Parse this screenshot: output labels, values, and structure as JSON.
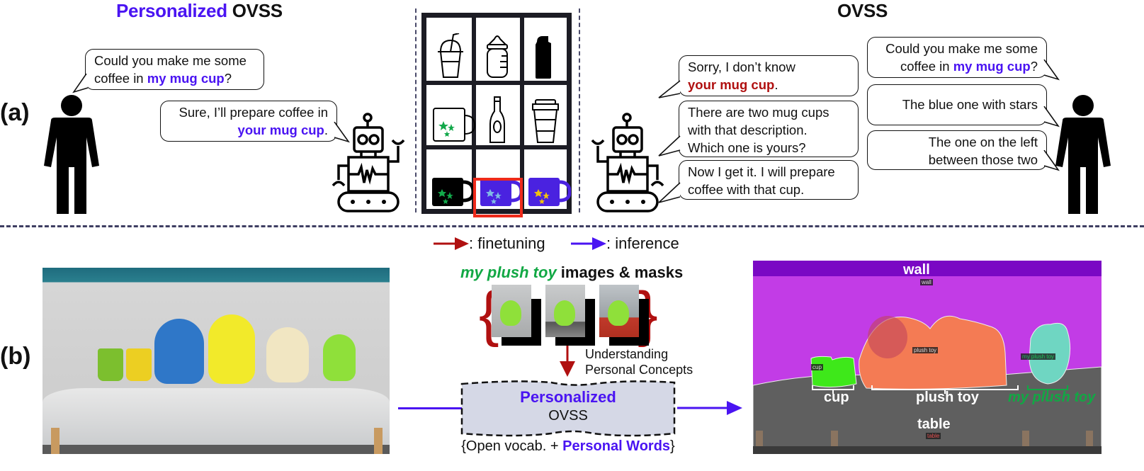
{
  "panel_a": {
    "label": "(a)",
    "left_title": {
      "accent": "Personalized",
      "rest": "OVSS"
    },
    "right_title": "OVSS",
    "left_dialog": [
      {
        "speaker": "person",
        "line1": "Could you make me some",
        "line2_pre": "coffee in ",
        "line2_highlight": "my mug cup",
        "line2_post": "?"
      },
      {
        "speaker": "robot",
        "line1": "Sure, I’ll prepare coffee in",
        "line2_pre": "",
        "line2_highlight": "your mug cup",
        "line2_post": "."
      }
    ],
    "right_robot_dialog": [
      {
        "line1": "Sorry, I don’t know",
        "line2_highlight": "your mug cup",
        "line2_post": "."
      },
      {
        "line1": "There are two mug cups",
        "line2": "with that description.",
        "line3": "Which one is yours?"
      },
      {
        "line1": "Now I get it. I will prepare",
        "line2": "coffee with that cup."
      }
    ],
    "right_person_dialog": [
      {
        "line1": "Could you make me some",
        "line2_pre": "coffee in ",
        "line2_highlight": "my mug cup",
        "line2_post": "?"
      },
      {
        "line1": "The blue one with stars"
      },
      {
        "line1": "The one on the left",
        "line2": "between those two"
      }
    ],
    "shelf": {
      "rows": [
        [
          "iced-drink-cup",
          "baby-bottle",
          "sport-bottle"
        ],
        [
          "white-mug-green-stars",
          "glass-bottle",
          "takeaway-cup"
        ],
        [
          "black-mug-green-stars",
          "blue-mug-light-stars",
          "blue-mug-yellow-stars"
        ]
      ],
      "selected": "blue-mug-light-stars"
    }
  },
  "panel_b": {
    "label": "(b)",
    "legend": {
      "finetuning": ":  finetuning",
      "inference": ":  inference"
    },
    "support_title": {
      "accent": "my plush toy",
      "rest": " images & masks"
    },
    "understanding": {
      "line1": "Understanding",
      "line2": "Personal Concepts"
    },
    "model": {
      "accent": "Personalized",
      "rest": "OVSS"
    },
    "vocab": {
      "open": "{Open vocab. + ",
      "accent": "Personal Words",
      "close": "}"
    },
    "segments": {
      "wall": "wall",
      "cup": "cup",
      "plush_toy": "plush toy",
      "my_plush_toy": "my plush toy",
      "table": "table"
    }
  },
  "colors": {
    "accent_purple": "#4a14f2",
    "finetune_red": "#b01010",
    "personal_green": "#11a844",
    "divider": "#3e3e62"
  }
}
